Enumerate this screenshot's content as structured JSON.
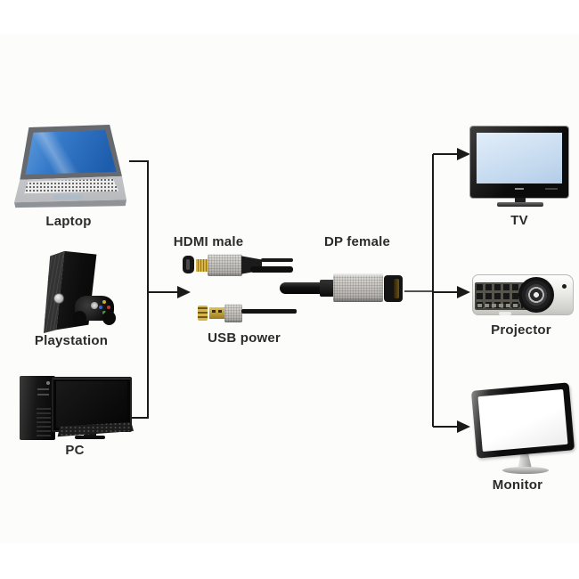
{
  "diagram": {
    "sources": [
      {
        "label": "Laptop"
      },
      {
        "label": "Playstation"
      },
      {
        "label": "PC"
      }
    ],
    "adapter_labels": {
      "hdmi": "HDMI male",
      "dp": "DP female",
      "usb": "USB power"
    },
    "targets": [
      {
        "label": "TV"
      },
      {
        "label": "Projector"
      },
      {
        "label": "Monitor"
      }
    ],
    "colors": {
      "line": "#1a1a1a",
      "label_text": "#2b2b2b",
      "laptop_screen_blue": "#2e79c8",
      "tv_screen_blue": "#c9dcf0",
      "adapter_silver": "#c6c3be",
      "connector_gold": "#c09a30"
    }
  }
}
